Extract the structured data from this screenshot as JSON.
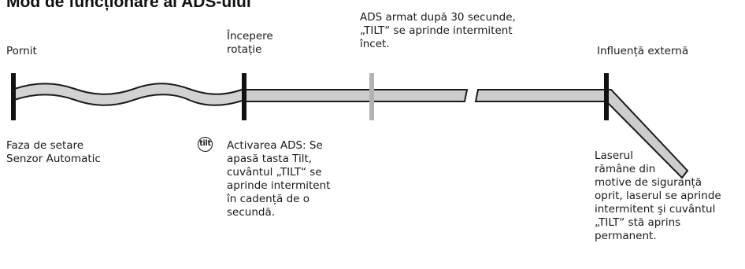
{
  "title": "Mod de funcționare al ADS-ului",
  "labels": {
    "pornit": "Pornit",
    "incepere_rotatie": "Începere\nrotație",
    "ads_armat": "ADS armat după 30 secunde,\n„TILT“ se aprinde intermitent\nîncet.",
    "influenta_externa": "Influență externă",
    "faza_setare": "Faza de setare\nSenzor Automatic",
    "activarea_ads": "Activarea ADS: Se\napasă tasta Tilt,\ncuvântul „TILT“ se\naprinde intermitent\nîn cadență de o\nsecundă.",
    "laserul": "Laserul\nrămâne din\nmotive de siguranță\noprit, laserul se aprinde\nintermitent şi cuvântul\n„TILT“ stă aprins\npermanent."
  },
  "icons": {
    "tilt_key": {
      "name": "tilt-key-icon",
      "text": "tilt"
    }
  }
}
